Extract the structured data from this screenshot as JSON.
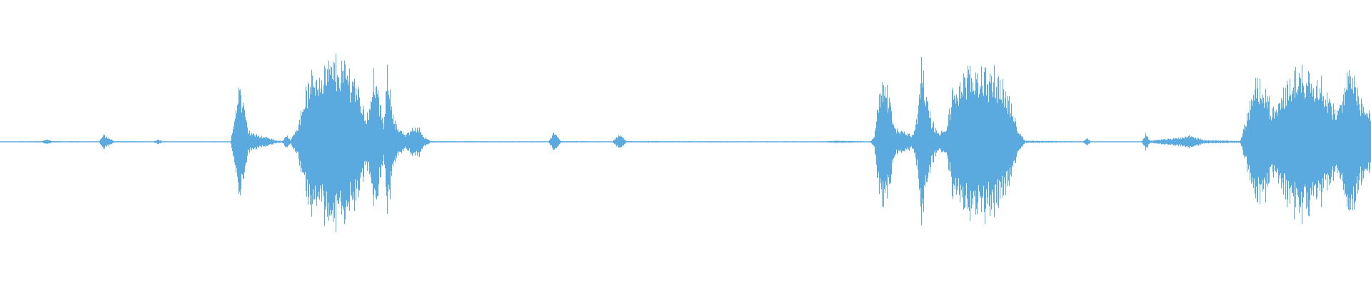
{
  "waveform": {
    "color": "#5aaae0",
    "background": "#ffffff",
    "envelope": [
      [
        0.0,
        0.003
      ],
      [
        0.03,
        0.006
      ],
      [
        0.034,
        0.02
      ],
      [
        0.038,
        0.006
      ],
      [
        0.072,
        0.004
      ],
      [
        0.075,
        0.06
      ],
      [
        0.079,
        0.04
      ],
      [
        0.083,
        0.006
      ],
      [
        0.112,
        0.004
      ],
      [
        0.115,
        0.02
      ],
      [
        0.119,
        0.004
      ],
      [
        0.168,
        0.004
      ],
      [
        0.171,
        0.2
      ],
      [
        0.174,
        0.55
      ],
      [
        0.177,
        0.35
      ],
      [
        0.181,
        0.1
      ],
      [
        0.187,
        0.06
      ],
      [
        0.195,
        0.04
      ],
      [
        0.202,
        0.01
      ],
      [
        0.206,
        0.01
      ],
      [
        0.209,
        0.06
      ],
      [
        0.212,
        0.01
      ],
      [
        0.214,
        0.08
      ],
      [
        0.218,
        0.18
      ],
      [
        0.222,
        0.42
      ],
      [
        0.228,
        0.6
      ],
      [
        0.236,
        0.65
      ],
      [
        0.246,
        0.72
      ],
      [
        0.254,
        0.65
      ],
      [
        0.26,
        0.55
      ],
      [
        0.266,
        0.25
      ],
      [
        0.27,
        0.3
      ],
      [
        0.273,
        0.65
      ],
      [
        0.276,
        0.4
      ],
      [
        0.28,
        0.15
      ],
      [
        0.283,
        0.7
      ],
      [
        0.286,
        0.3
      ],
      [
        0.29,
        0.12
      ],
      [
        0.296,
        0.06
      ],
      [
        0.301,
        0.12
      ],
      [
        0.305,
        0.15
      ],
      [
        0.309,
        0.05
      ],
      [
        0.314,
        0.006
      ],
      [
        0.4,
        0.004
      ],
      [
        0.405,
        0.1
      ],
      [
        0.409,
        0.006
      ],
      [
        0.447,
        0.004
      ],
      [
        0.452,
        0.07
      ],
      [
        0.457,
        0.006
      ],
      [
        0.6,
        0.004
      ],
      [
        0.611,
        0.01
      ],
      [
        0.635,
        0.004
      ],
      [
        0.638,
        0.05
      ],
      [
        0.641,
        0.45
      ],
      [
        0.645,
        0.55
      ],
      [
        0.649,
        0.4
      ],
      [
        0.653,
        0.12
      ],
      [
        0.666,
        0.06
      ],
      [
        0.67,
        0.3
      ],
      [
        0.672,
        0.88
      ],
      [
        0.675,
        0.45
      ],
      [
        0.679,
        0.22
      ],
      [
        0.684,
        0.08
      ],
      [
        0.69,
        0.1
      ],
      [
        0.695,
        0.45
      ],
      [
        0.705,
        0.6
      ],
      [
        0.714,
        0.65
      ],
      [
        0.724,
        0.6
      ],
      [
        0.733,
        0.5
      ],
      [
        0.739,
        0.25
      ],
      [
        0.744,
        0.08
      ],
      [
        0.748,
        0.01
      ],
      [
        0.79,
        0.004
      ],
      [
        0.793,
        0.03
      ],
      [
        0.796,
        0.004
      ],
      [
        0.833,
        0.004
      ],
      [
        0.836,
        0.08
      ],
      [
        0.839,
        0.01
      ],
      [
        0.862,
        0.04
      ],
      [
        0.868,
        0.06
      ],
      [
        0.878,
        0.015
      ],
      [
        0.905,
        0.008
      ],
      [
        0.91,
        0.25
      ],
      [
        0.916,
        0.5
      ],
      [
        0.92,
        0.6
      ],
      [
        0.925,
        0.4
      ],
      [
        0.93,
        0.25
      ],
      [
        0.94,
        0.55
      ],
      [
        0.95,
        0.65
      ],
      [
        0.96,
        0.6
      ],
      [
        0.968,
        0.45
      ],
      [
        0.975,
        0.25
      ],
      [
        0.98,
        0.4
      ],
      [
        0.986,
        0.8
      ],
      [
        0.99,
        0.45
      ],
      [
        0.995,
        0.3
      ],
      [
        1.0,
        0.3
      ]
    ]
  }
}
